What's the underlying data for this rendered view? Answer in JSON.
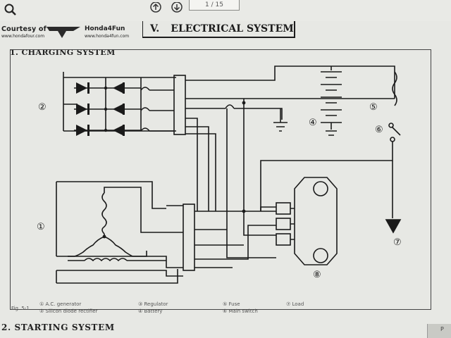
{
  "toolbar": {
    "search_icon": "search-icon",
    "page_indicator": "1 / 15"
  },
  "header": {
    "credit_left": "Courtesy of",
    "credit_left_url": "www.hondafour.com",
    "credit_right": "Honda4Fun",
    "credit_right_url": "www.honda4fun.com",
    "section_number": "V.",
    "section_title": "ELECTRICAL SYSTEM"
  },
  "subheading": "1.  CHARGING SYSTEM",
  "figure": {
    "callouts": [
      "①",
      "②",
      "④",
      "⑤",
      "⑥",
      "⑦",
      "⑧"
    ],
    "fig_label": "Fig. 5-1",
    "legend_items": [
      "① A.C. generator",
      "② Silicon diode rectifier",
      "③ Regulator",
      "④ Battery",
      "⑤ Fuse",
      "⑥ Main switch",
      "⑦ Load"
    ]
  },
  "next_heading": "2.  STARTING SYSTEM",
  "corner_text": "P"
}
